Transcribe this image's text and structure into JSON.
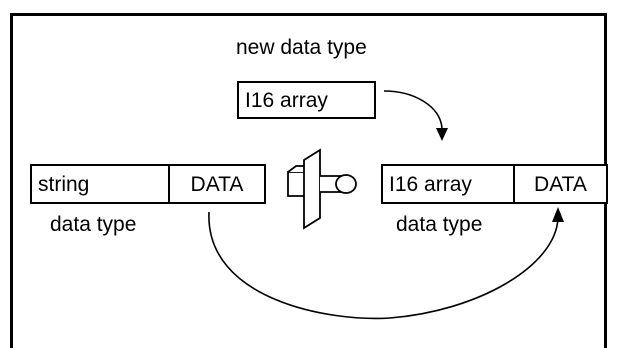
{
  "new_type_label": "new data type",
  "new_type_value": "I16 array",
  "source": {
    "type_value": "string",
    "data_value": "DATA",
    "caption": "data type"
  },
  "target": {
    "type_value": "I16 array",
    "data_value": "DATA",
    "caption": "data type"
  },
  "icon": "type-cast-icon"
}
